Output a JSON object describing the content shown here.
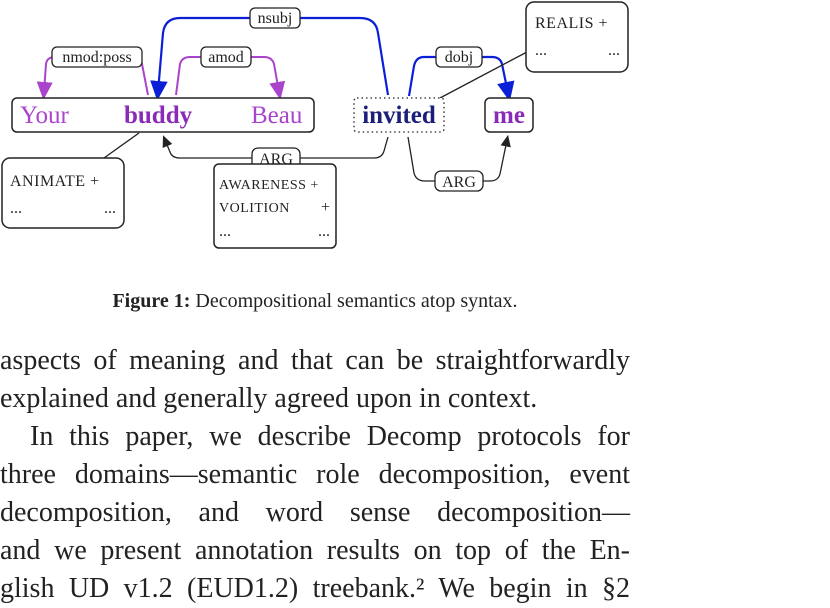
{
  "figure": {
    "tokens": {
      "your": "Your",
      "buddy": "buddy",
      "beau": "Beau",
      "invited": "invited",
      "me": "me"
    },
    "edges": {
      "nsubj": "nsubj",
      "nmod_poss": "nmod:poss",
      "amod": "amod",
      "dobj": "dobj",
      "arg1": "ARG",
      "arg2": "ARG"
    },
    "props": {
      "realis": "REALIS +",
      "realis_more": "...",
      "realis_more2": "...",
      "animate": "ANIMATE +",
      "animate_more": "...",
      "animate_more2": "...",
      "awareness": "AWARENESS +",
      "volition": "VOLITION",
      "volition_val": "+",
      "awareness_more": "...",
      "awareness_more2": "..."
    },
    "colors": {
      "purple": "#aa44cc",
      "dark_purple": "#8a2bb8",
      "blue": "#0b1fd6",
      "navy": "#1b1f7a"
    }
  },
  "caption": {
    "label": "Figure 1:",
    "text": "Decompositional semantics atop syntax."
  },
  "paragraph1": {
    "line1": "aspects of meaning and that can be straightforwardly",
    "line2": "explained and generally agreed upon in context."
  },
  "paragraph2": {
    "line1": "In this paper, we describe Decomp protocols for",
    "line2": "three domains—semantic role decomposition, event",
    "line3": "decomposition, and word sense decomposition—",
    "line4": "and we present annotation results on top of the En-",
    "line5": "glish UD v1.2 (EUD1.2) treebank.² We begin in §2"
  }
}
